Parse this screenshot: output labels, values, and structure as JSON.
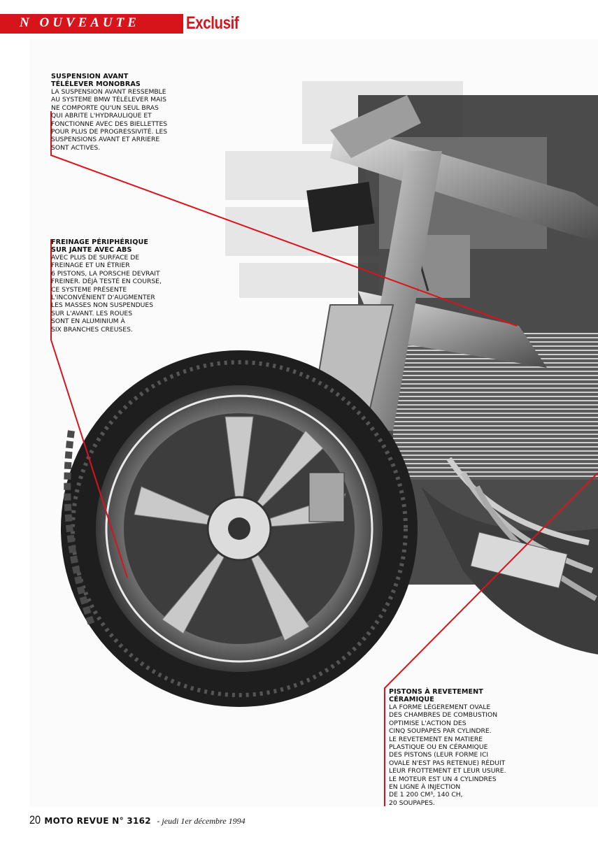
{
  "header": {
    "kicker": "N OUVEAUTE",
    "exclusive": "Exclusif"
  },
  "annotations": [
    {
      "title_line1": "SUSPENSION AVANT",
      "title_line2": "TÉLÉLEVER MONOBRAS",
      "body": [
        "LA SUSPENSION AVANT RESSEMBLE",
        "AU SYSTEME BMW TÉLÉLEVER MAIS",
        "NE COMPORTE QU'UN SEUL BRAS",
        "QUI ABRITE L'HYDRAULIQUE ET",
        "FONCTIONNE AVEC DES BIELLETTES",
        "POUR PLUS DE PROGRESSIVITÉ. LES",
        "SUSPENSIONS AVANT ET ARRIERE",
        "SONT ACTIVES."
      ]
    },
    {
      "title_line1": "FREINAGE PÉRIPHÉRIQUE",
      "title_line2": "SUR JANTE AVEC ABS",
      "body": [
        "AVEC PLUS DE SURFACE DE",
        "FREINAGE ET UN ÉTRIER",
        "6 PISTONS, LA PORSCHE DEVRAIT",
        "FREINER. DÉJÀ TESTÉ EN COURSE,",
        "CE SYSTEME PRÉSENTE",
        "L'INCONVÉNIENT D'AUGMENTER",
        "LES MASSES NON SUSPENDUES",
        "SUR L'AVANT. LES ROUES",
        "SONT EN ALUMINIUM À",
        "SIX BRANCHES CREUSES."
      ]
    },
    {
      "title_line1": "PISTONS À REVETEMENT",
      "title_line2": "CÉRAMIQUE",
      "body": [
        "LA FORME LÉGEREMENT OVALE",
        "DES CHAMBRES DE COMBUSTION",
        "OPTIMISE L'ACTION DES",
        "CINQ SOUPAPES PAR CYLINDRE.",
        "LE REVETEMENT EN MATIERE",
        "PLASTIQUE OU EN CÉRAMIQUE",
        "DES PISTONS (LEUR FORME ICI",
        "OVALE N'EST PAS RETENUE) RÉDUIT",
        "LEUR FROTTEMENT ET LEUR USURE.",
        "LE MOTEUR EST UN 4 CYLINDRES",
        "EN LIGNE À INJECTION",
        "DE 1 200 CM³, 140 CH,",
        "20 SOUPAPES."
      ]
    }
  ],
  "footer": {
    "page_number": "20",
    "magazine": "MOTO REVUE N° 3162",
    "date": "- jeudi 1er décembre 1994"
  },
  "colors": {
    "accent_red": "#d8141b"
  }
}
